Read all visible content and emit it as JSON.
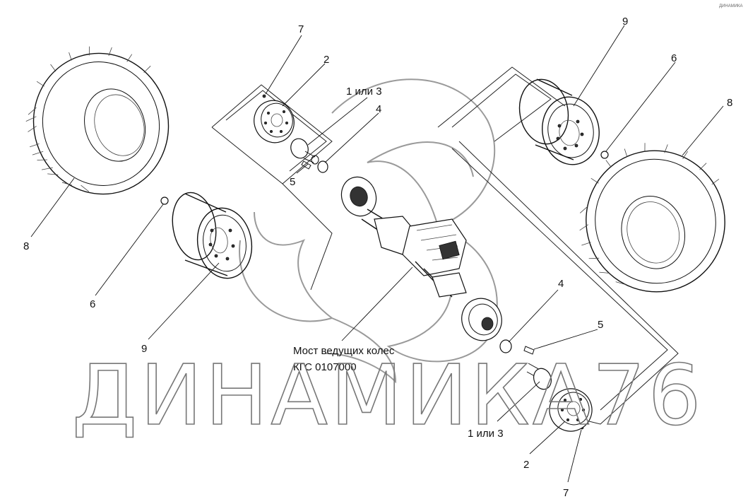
{
  "watermark": {
    "text": "ДИНАМИКА76"
  },
  "brand_mark": "ДИНАМИКА",
  "caption": {
    "line1": "Мост ведущих колес",
    "line2": "КГС 0107000"
  },
  "callouts": {
    "c7_top": "7",
    "c2_top": "2",
    "c13_top": "1 или 3",
    "c4_top": "4",
    "c5_top": "5",
    "c9_top": "9",
    "c6_top": "6",
    "c8_right": "8",
    "c8_left": "8",
    "c6_left": "6",
    "c9_left": "9",
    "c4_bottom": "4",
    "c5_bottom": "5",
    "c13_bottom": "1 или 3",
    "c2_bottom": "2",
    "c7_bottom": "7"
  }
}
